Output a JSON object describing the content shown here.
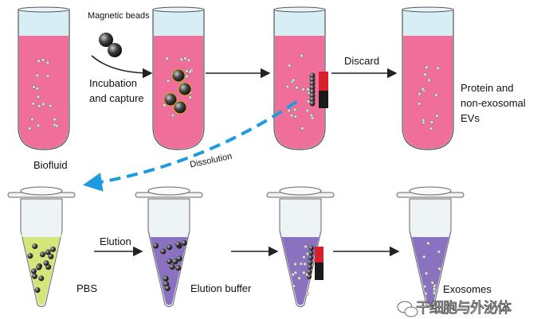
{
  "labels": {
    "magnetic_beads": "Magnetic beads",
    "incubation": "Incubation",
    "and_capture": "and capture",
    "biofluid": "Biofluid",
    "discard": "Discard",
    "protein_line1": "Protein and",
    "protein_line2": "non-exosomal",
    "protein_line3": "EVs",
    "dissolution": "Dissolution",
    "elution": "Elution",
    "pbs": "PBS",
    "elution_buffer": "Elution buffer",
    "exosomes": "Exosomes"
  },
  "watermark": "干细胞与外泌体",
  "colors": {
    "pink_liquid": "#ef6f9a",
    "tube_glass": "#d8eef5",
    "pbs_liquid": "#d4e57a",
    "buffer_liquid": "#8a72c0",
    "magnet_red": "#d8202a",
    "magnet_black": "#1a1a1a",
    "dissolution_arrow": "#1e9be0"
  }
}
